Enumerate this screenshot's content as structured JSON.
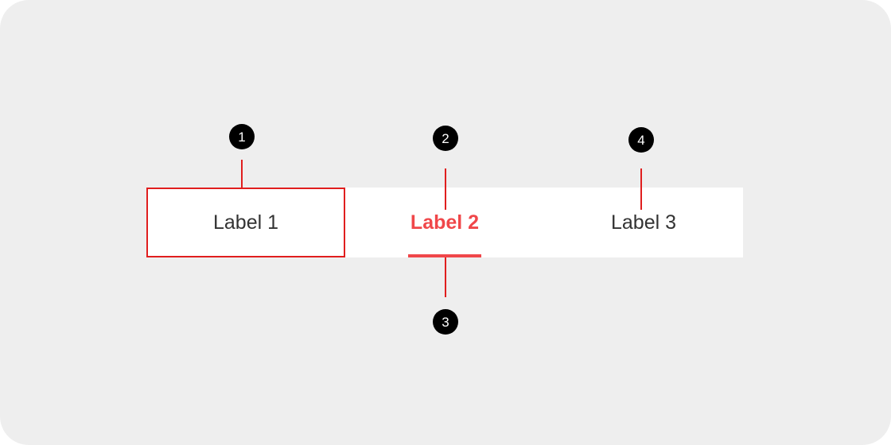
{
  "colors": {
    "background": "#eeeeee",
    "tab_bar": "#ffffff",
    "active_accent": "#f0474a",
    "callout": "#e01e1e",
    "marker": "#000000"
  },
  "tabs": [
    {
      "label": "Label 1",
      "selected": false
    },
    {
      "label": "Label 2",
      "selected": true
    },
    {
      "label": "Label 3",
      "selected": false
    }
  ],
  "markers": [
    "1",
    "2",
    "3",
    "4"
  ]
}
